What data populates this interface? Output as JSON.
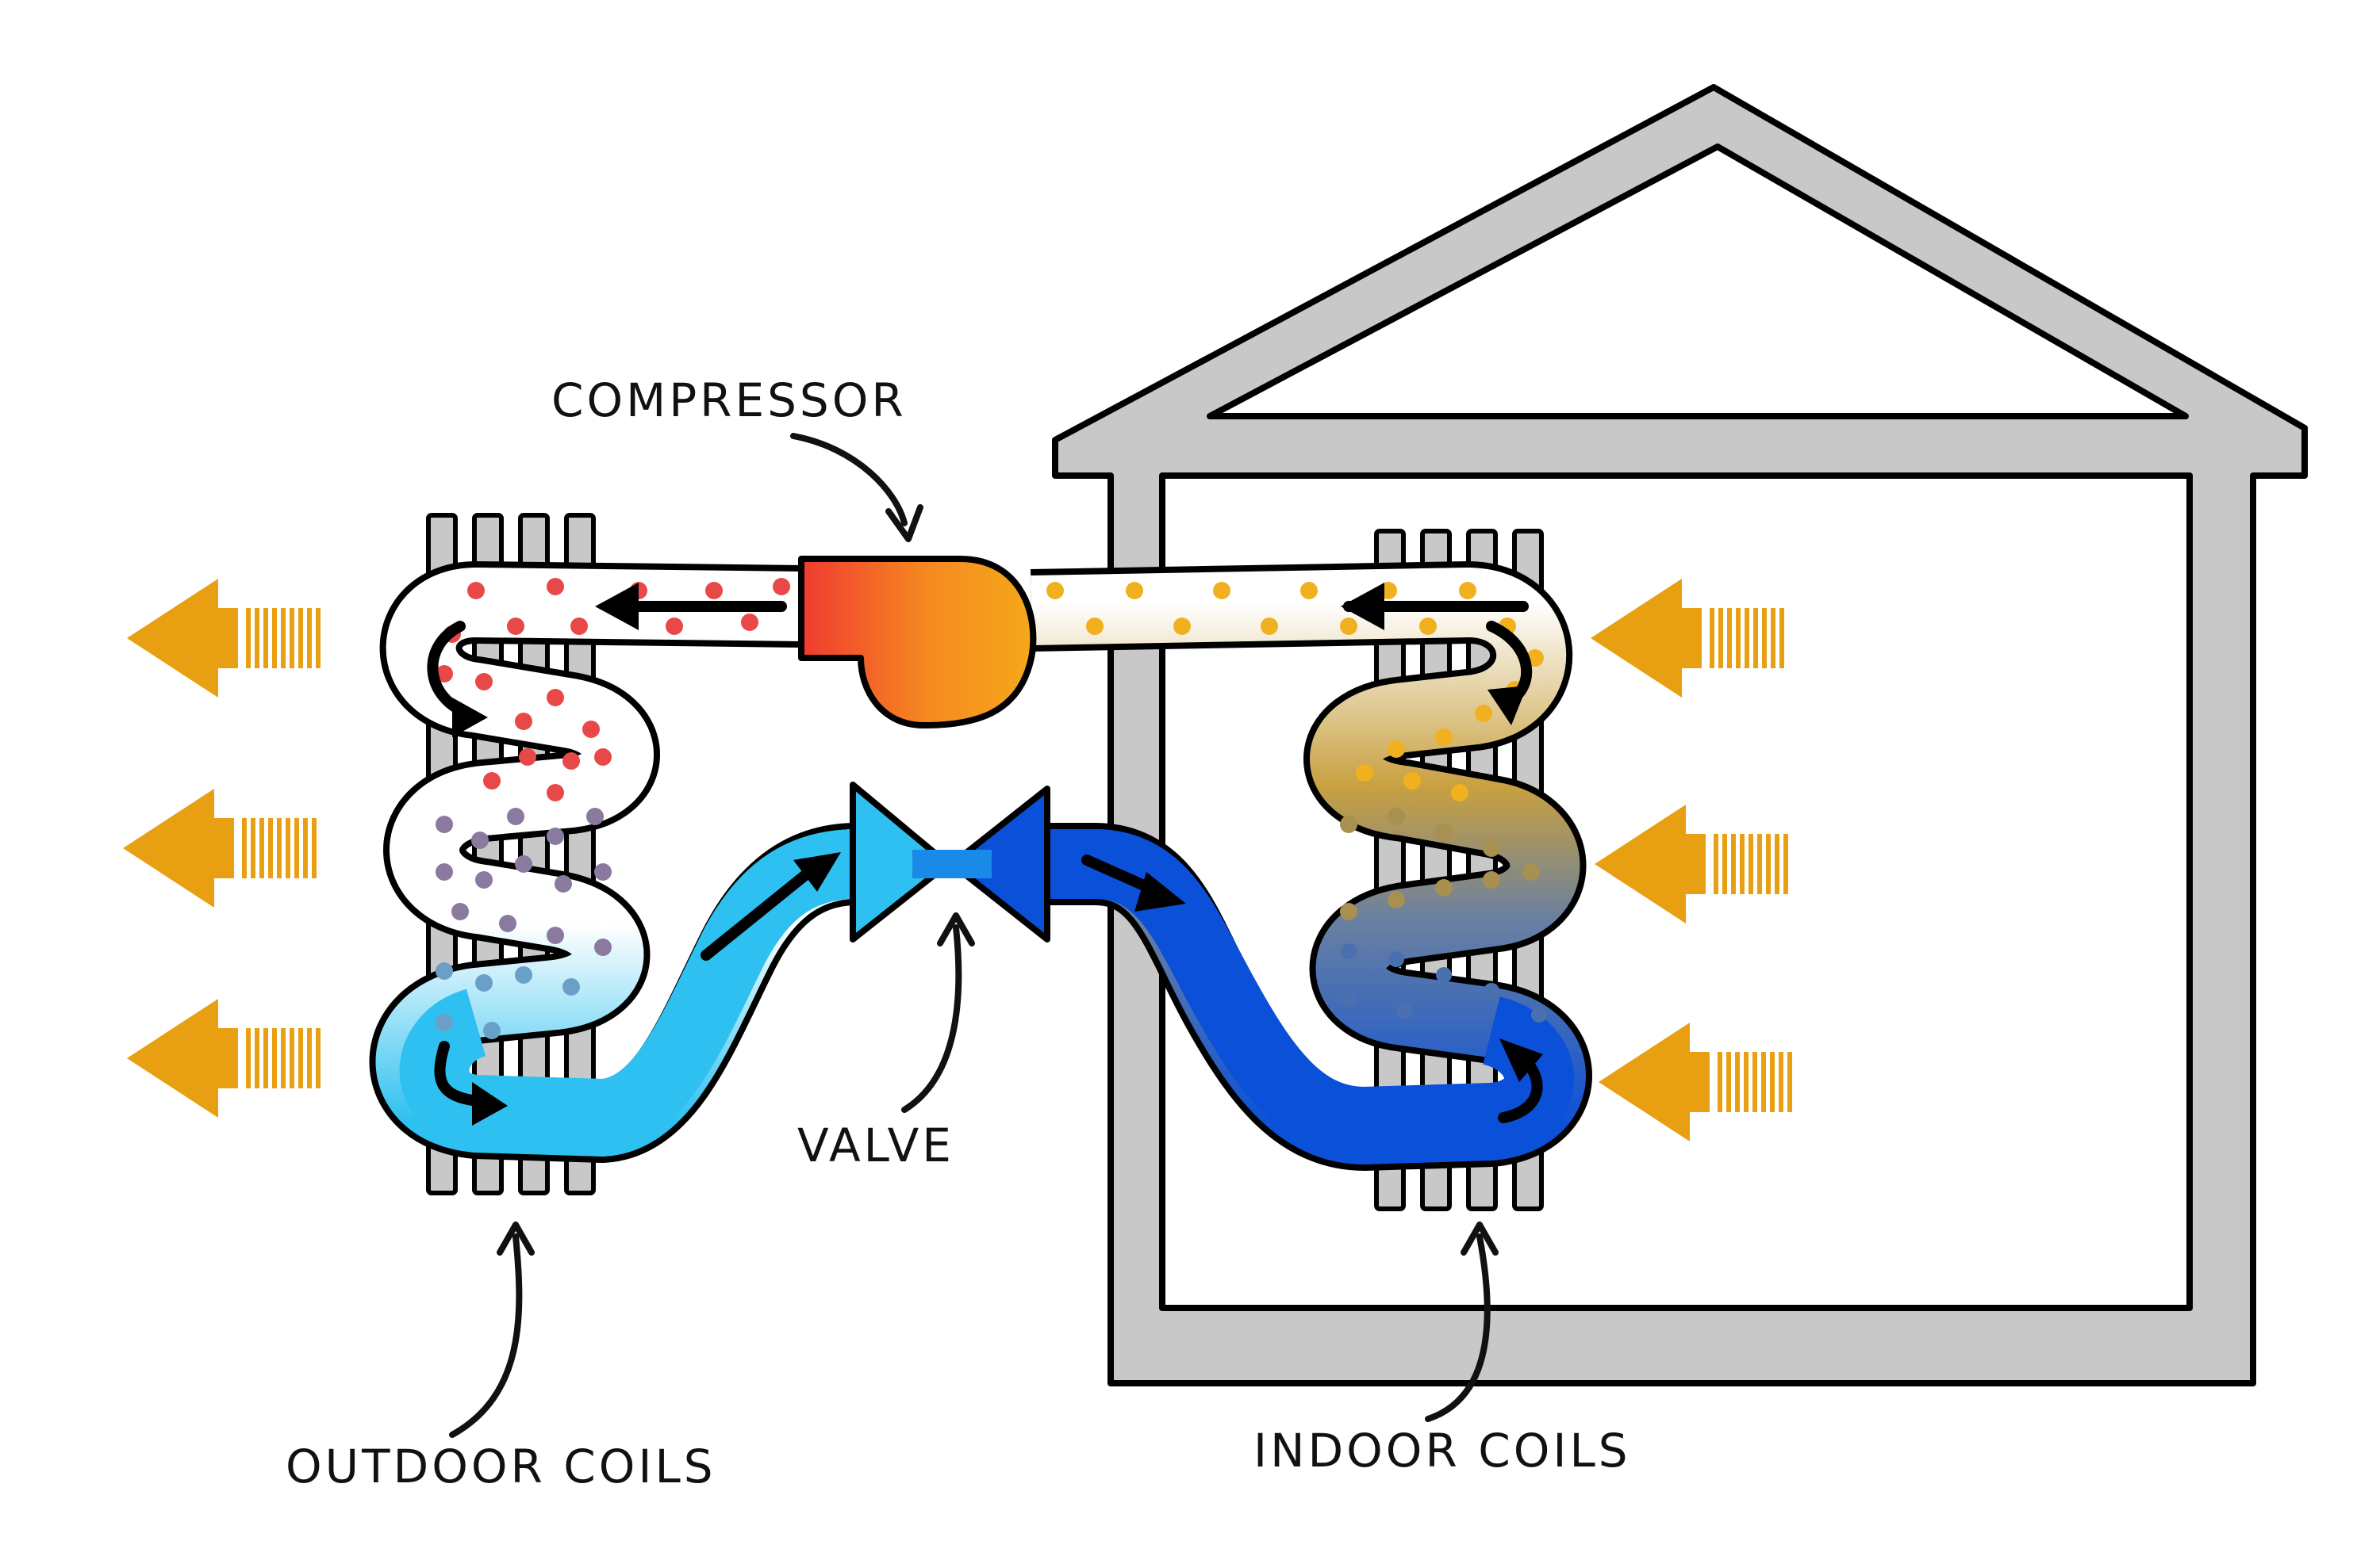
{
  "labels": {
    "compressor": "COMPRESSOR",
    "valve": "VALVE",
    "outdoor_coils": "OUTDOOR COILS",
    "indoor_coils": "INDOOR COILS"
  },
  "colors": {
    "background": "#ffffff",
    "house_wall": "#c8c8c8",
    "outline": "#000000",
    "coil_fin": "#c8c8c8",
    "heat_arrow": "#e8a012",
    "hot_dot": "#e84848",
    "warm_dot": "#f0b020",
    "compressor_red": "#f04030",
    "compressor_orange": "#f5a81a",
    "cold_light_blue": "#2ec0f0",
    "cold_dark_blue": "#0a50d8",
    "flow_arrow": "#000000"
  },
  "icons": {
    "heat_arrow": "heat-flow-arrow-icon",
    "flow_arrow": "refrigerant-flow-arrow-icon",
    "pointer_arrow": "callout-arrow-icon"
  }
}
